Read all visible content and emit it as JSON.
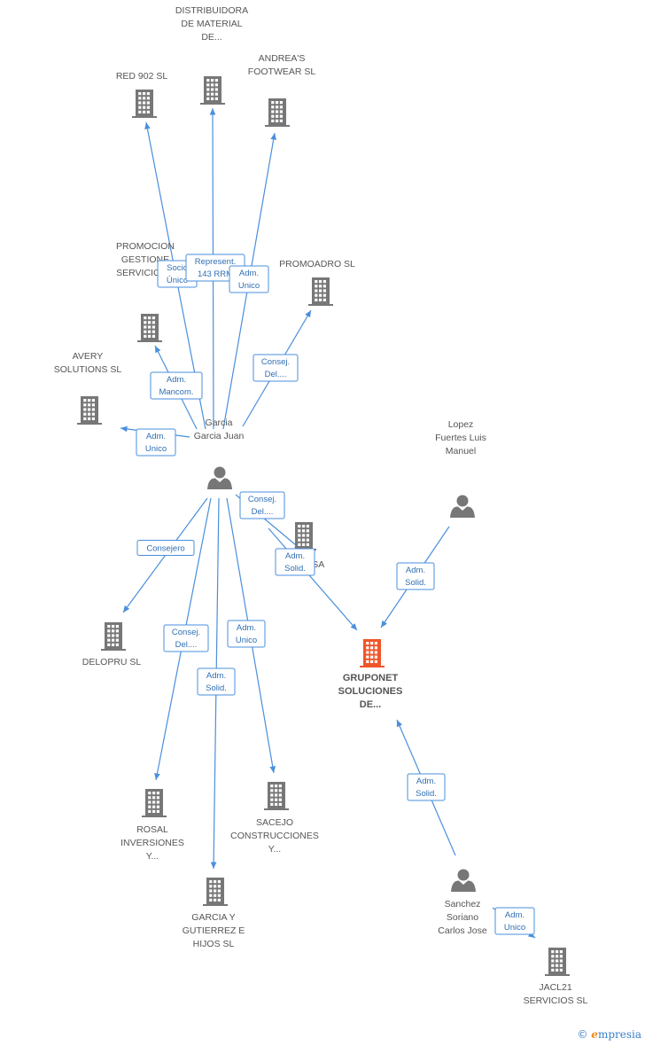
{
  "colors": {
    "edge": "#4a8fdc",
    "company": "#777777",
    "focus": "#f0562a",
    "person": "#777777",
    "badge_text": "#2f6fb3"
  },
  "nodes": [
    {
      "id": "red902",
      "kind": "company",
      "label": [
        "RED 902 SL"
      ]
    },
    {
      "id": "distribuidora",
      "kind": "company",
      "label": [
        "DISTRIBUIDORA",
        "DE MATERIAL",
        "DE..."
      ]
    },
    {
      "id": "andreas",
      "kind": "company",
      "label": [
        "ANDREA'S",
        "FOOTWEAR  SL"
      ]
    },
    {
      "id": "promocion",
      "kind": "company",
      "label": [
        "PROMOCION",
        "GESTIONE",
        "SERVICIOS..."
      ]
    },
    {
      "id": "promoadro",
      "kind": "company",
      "label": [
        "PROMOADRO SL"
      ]
    },
    {
      "id": "avery",
      "kind": "company",
      "label": [
        "AVERY",
        "SOLUTIONS SL"
      ]
    },
    {
      "id": "garcia_juan",
      "kind": "person",
      "label": [
        "Garcia",
        "Garcia Juan"
      ]
    },
    {
      "id": "lopez",
      "kind": "person",
      "label": [
        "Lopez",
        "Fuertes Luis",
        "Manuel"
      ]
    },
    {
      "id": "tra",
      "kind": "company",
      "label": [
        "TRA        LA SA"
      ]
    },
    {
      "id": "grupo",
      "kind": "focus",
      "label": [
        "GRUPONET",
        "SOLUCIONES",
        "DE..."
      ]
    },
    {
      "id": "delopru",
      "kind": "company",
      "label": [
        "DELOPRU SL"
      ]
    },
    {
      "id": "rosal",
      "kind": "company",
      "label": [
        "ROSAL",
        "INVERSIONES",
        "Y..."
      ]
    },
    {
      "id": "sacejo",
      "kind": "company",
      "label": [
        "SACEJO",
        "CONSTRUCCIONES",
        "Y..."
      ]
    },
    {
      "id": "garcia_gut",
      "kind": "company",
      "label": [
        "GARCIA Y",
        "GUTIERREZ E",
        "HIJOS  SL"
      ]
    },
    {
      "id": "sanchez",
      "kind": "person",
      "label": [
        "Sanchez",
        "Soriano",
        "Carlos Jose"
      ]
    },
    {
      "id": "jacl21",
      "kind": "company",
      "label": [
        "JACL21",
        "SERVICIOS SL"
      ]
    }
  ],
  "edges": [
    {
      "from": "garcia_juan",
      "to": "red902",
      "badge": [
        "Socio",
        "Único"
      ]
    },
    {
      "from": "garcia_juan",
      "to": "distribuidora",
      "badge": [
        "Represent.",
        "143 RRM"
      ]
    },
    {
      "from": "garcia_juan",
      "to": "andreas",
      "badge": [
        "Adm.",
        "Unico"
      ]
    },
    {
      "from": "garcia_juan",
      "to": "promocion",
      "badge": [
        "Adm.",
        "Mancom."
      ]
    },
    {
      "from": "garcia_juan",
      "to": "promoadro",
      "badge": [
        "Consej.",
        "Del...."
      ]
    },
    {
      "from": "garcia_juan",
      "to": "avery",
      "badge": [
        "Adm.",
        "Unico"
      ]
    },
    {
      "from": "garcia_juan",
      "to": "tra",
      "badge": [
        "Consej.",
        "Del...."
      ]
    },
    {
      "from": "garcia_juan",
      "to": "grupo",
      "badge": [
        "Adm.",
        "Solid."
      ]
    },
    {
      "from": "garcia_juan",
      "to": "delopru",
      "badge": [
        "Consejero"
      ]
    },
    {
      "from": "garcia_juan",
      "to": "rosal",
      "badge": [
        "Consej.",
        "Del...."
      ]
    },
    {
      "from": "garcia_juan",
      "to": "garcia_gut",
      "badge": [
        "Adm.",
        "Solid."
      ]
    },
    {
      "from": "garcia_juan",
      "to": "sacejo",
      "badge": [
        "Adm.",
        "Unico"
      ]
    },
    {
      "from": "lopez",
      "to": "grupo",
      "badge": [
        "Adm.",
        "Solid."
      ]
    },
    {
      "from": "sanchez",
      "to": "grupo",
      "badge": [
        "Adm.",
        "Solid."
      ]
    },
    {
      "from": "sanchez",
      "to": "jacl21",
      "badge": [
        "Adm.",
        "Unico"
      ]
    }
  ],
  "watermark": {
    "copyright": "©",
    "brand_initial": "e",
    "brand_rest": "mpresia"
  }
}
